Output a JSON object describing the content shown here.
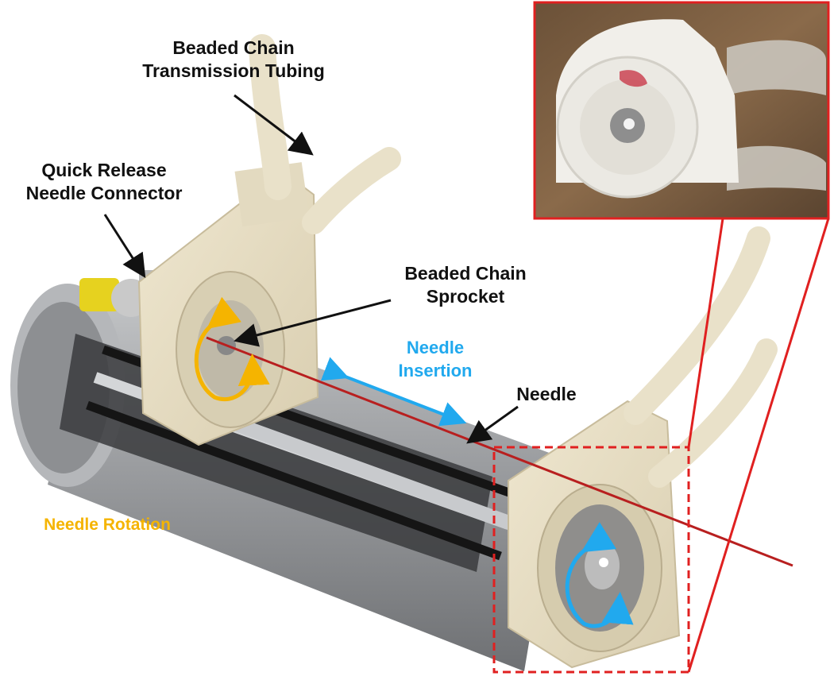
{
  "labels": {
    "tubing": {
      "line1": "Beaded Chain",
      "line2": "Transmission Tubing"
    },
    "connector": {
      "line1": "Quick Release",
      "line2": "Needle Connector"
    },
    "sprocket": {
      "line1": "Beaded Chain",
      "line2": "Sprocket"
    },
    "insertion": {
      "line1": "Needle",
      "line2": "Insertion"
    },
    "needle": "Needle",
    "rotation": "Needle Rotation"
  },
  "colors": {
    "rotation_accent": "#f5b400",
    "insertion_accent": "#21a9ee",
    "needle": "#b81f1f",
    "callout_box": "#e02020",
    "printed_part": "#e5dcc3",
    "housing": "#9ea0a3"
  }
}
